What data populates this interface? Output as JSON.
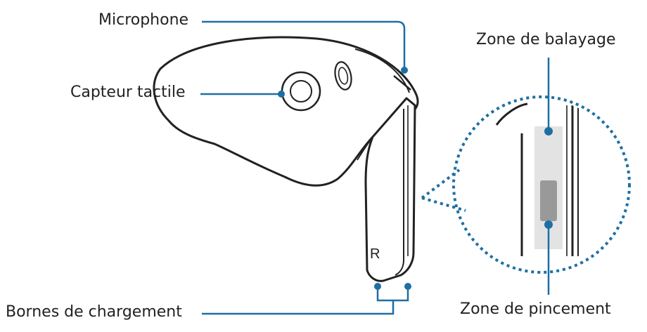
{
  "labels": {
    "microphone": "Microphone",
    "touch_sensor": "Capteur tactile",
    "swipe_zone": "Zone de balayage",
    "charging_contacts": "Bornes de chargement",
    "pinch_zone": "Zone de pincement"
  },
  "earbud": {
    "side_mark": "R"
  },
  "colors": {
    "leader": "#1d6fa3",
    "outline": "#222222",
    "swipe_strip": "#e3e3e3",
    "pinch_area": "#999999",
    "text": "#222222"
  }
}
